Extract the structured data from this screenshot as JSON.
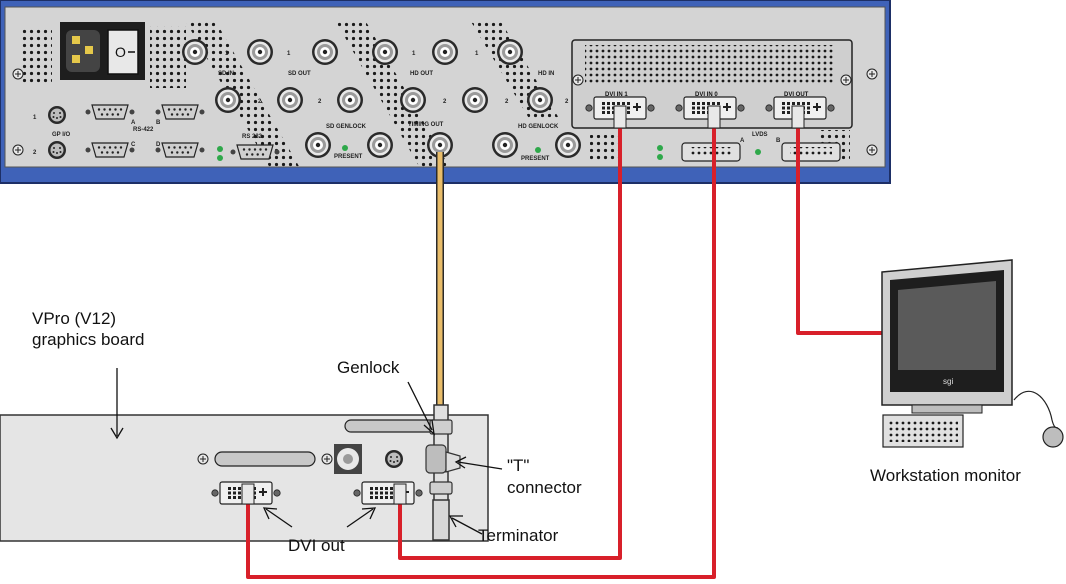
{
  "labels": {
    "vpro_line1": "VPro (V12)",
    "vpro_line2": "graphics board",
    "genlock": "Genlock",
    "t_connector_line1": "\"T\"",
    "t_connector_line2": "connector",
    "terminator": "Terminator",
    "dvi_out": "DVI out",
    "workstation_monitor": "Workstation monitor"
  },
  "panel": {
    "sd_in": "SD IN",
    "sd_out": "SD OUT",
    "hd_out": "HD OUT",
    "hd_in": "HD IN",
    "sd_genlock": "SD GENLOCK",
    "hd_genlock": "HD GENLOCK",
    "timing_out": "TIMING OUT",
    "present": "PRESENT",
    "gpio": "GP I/O",
    "rs422": "RS-422",
    "rs232": "RS 232",
    "dvi_in_1": "DVI IN 1",
    "dvi_in_0": "DVI IN 0",
    "dvi_out": "DVI OUT",
    "lvds": "LVDS",
    "port_a": "A",
    "port_b": "B",
    "port_c": "C",
    "port_d": "D",
    "num_1": "1",
    "num_2": "2",
    "lvds_a": "A",
    "lvds_b": "B"
  },
  "monitor": {
    "brand": "sgi"
  },
  "colors": {
    "chassis_blue": "#3f62b8",
    "panel_gray": "#d4d4d4",
    "dvi_cable_red": "#d8202a",
    "genlock_cable_tan": "#e9bd6a",
    "led_green": "#2ea84a"
  }
}
